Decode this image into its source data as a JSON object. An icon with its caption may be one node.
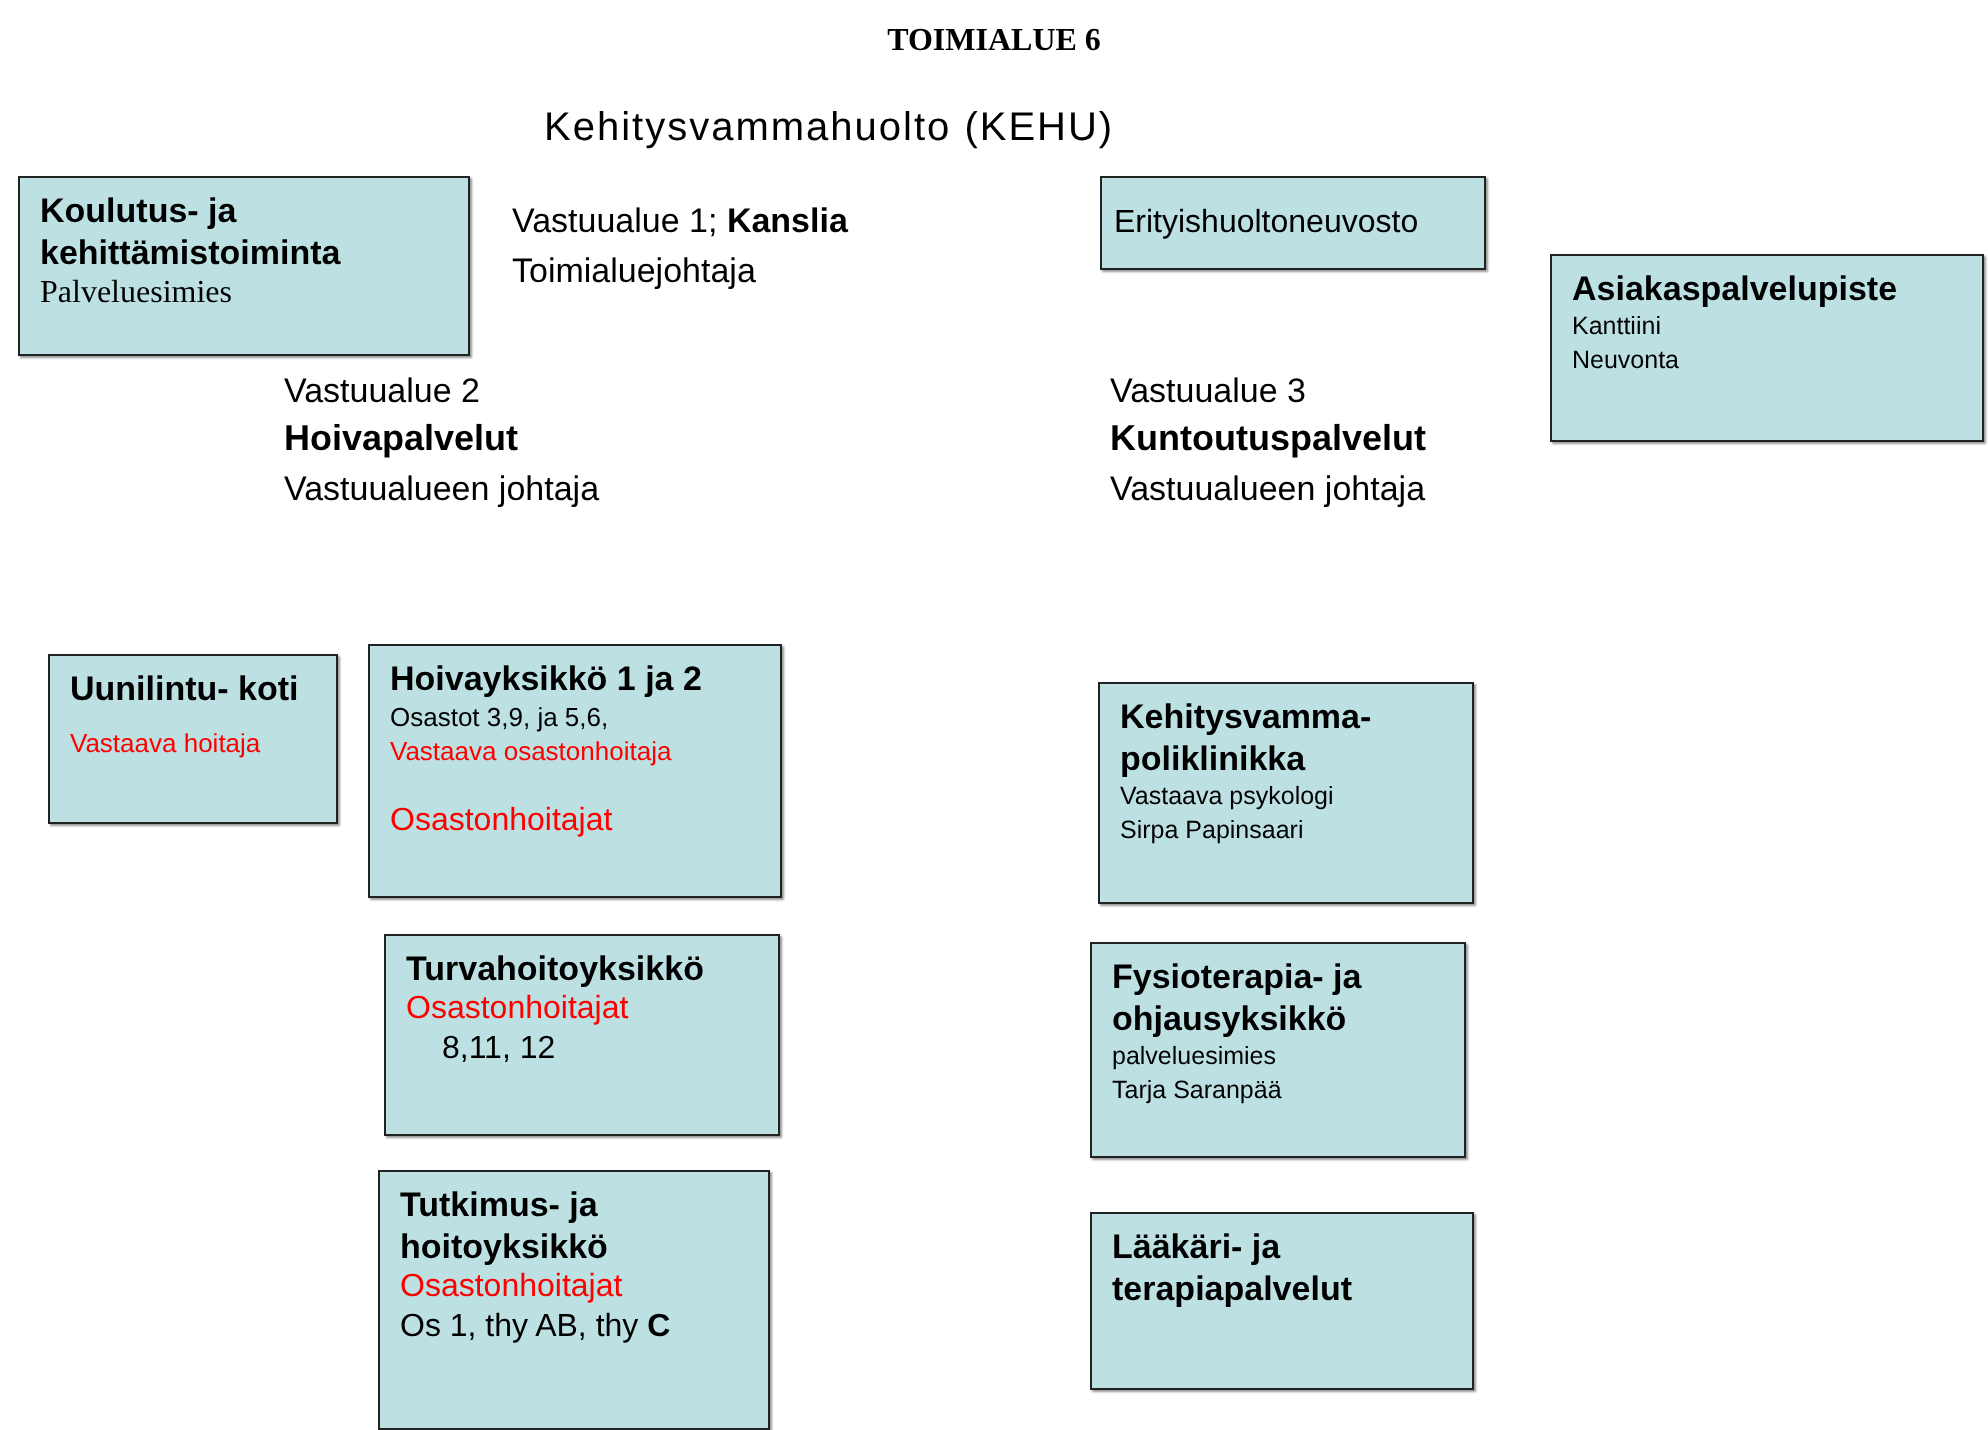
{
  "diagram": {
    "title": "TOIMIALUE 6",
    "nodes": [
      {
        "text": [
          "Koulutus- ja kehittämistoiminta",
          "Palveluesimies"
        ]
      },
      {
        "text": [
          "Erityishuoltoneuvosto"
        ]
      },
      {
        "text": [
          "Asiakaspalvelupiste",
          "Kanttiini",
          "Neuvonta"
        ]
      },
      {
        "text": [
          "Uunilintu- koti",
          "Vastaava hoitaja"
        ]
      },
      {
        "text": [
          "Hoivayksikkö 1 ja 2",
          "Osastot 3,9,  ja 5,6,",
          "Vastaava osastonhoitaja",
          "Osastonhoitajat"
        ]
      },
      {
        "text": [
          "Turvahoitoyksikkö",
          "Osastonhoitajat",
          "8,11, 12"
        ]
      },
      {
        "text": [
          "Tutkimus- ja hoitoyksikkö",
          "Osastonhoitajat",
          "Os 1, thy AB, thy **C**"
        ]
      },
      {
        "text": [
          "Kehitysvamma- poliklinikka",
          "Vastaava psykologi",
          "Sirpa Papinsaari"
        ]
      },
      {
        "text": [
          "Fysioterapia- ja ohjausyksikkö",
          "palveluesimies",
          "Tarja Saranpää"
        ]
      },
      {
        "text": [
          "Lääkäri- ja terapiapalvelut"
        ]
      }
    ],
    "edges": [],
    "labels": [
      "Kehitysvammahuolto (KEHU)",
      "Vastuualue 1; **Kanslia**",
      "Toimialuejohtaja",
      "Vastuualue 2",
      "Hoivapalvelut",
      "Vastuualueen johtaja",
      "Vastuualue 3",
      "Kuntoutuspalvelut",
      "Vastuualueen johtaja"
    ]
  }
}
